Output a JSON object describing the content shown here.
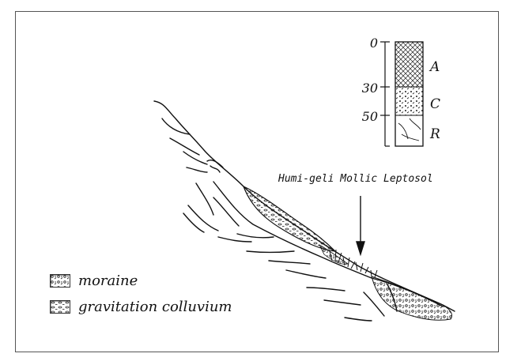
{
  "profile": {
    "depths": [
      "0",
      "30",
      "50"
    ],
    "horizons": [
      "A",
      "C",
      "R"
    ]
  },
  "soil_label": "Humi-geli Mollic Leptosol",
  "legend": {
    "items": [
      {
        "label": "moraine",
        "pattern": "moraine-pattern"
      },
      {
        "label": "gravitation colluvium",
        "pattern": "colluvium-pattern"
      }
    ]
  },
  "colors": {
    "ink": "#111111",
    "frame": "#555555",
    "background": "#ffffff"
  }
}
